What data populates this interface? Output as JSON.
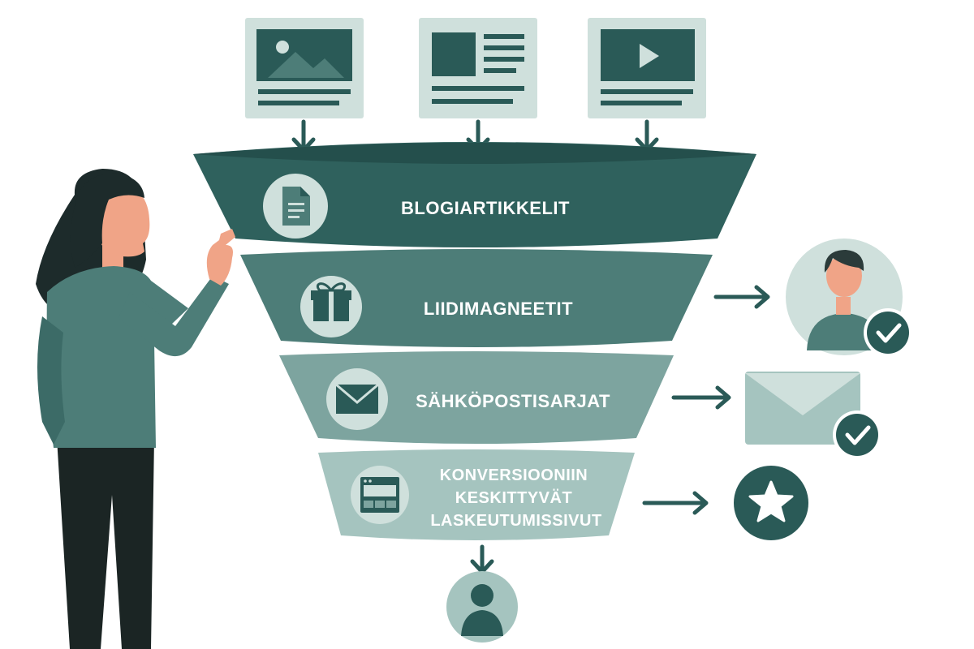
{
  "colors": {
    "dark": "#2a5a57",
    "tier1": "#2f615d",
    "tier2": "#4d7d78",
    "tier3": "#7da49f",
    "tier4": "#a5c4bf",
    "pale": "#cfe0dc",
    "skin": "#f0a487"
  },
  "funnel": {
    "tiers": [
      {
        "label": "BLOGIARTIKKELIT",
        "icon": "document-icon"
      },
      {
        "label": "LIIDIMAGNEETIT",
        "icon": "gift-icon"
      },
      {
        "label": "SÄHKÖPOSTISARJAT",
        "icon": "envelope-icon"
      },
      {
        "label_lines": [
          "KONVERSIOONIIN",
          "KESKITTYVÄT",
          "LASKEUTUMISSIVUT"
        ],
        "icon": "landing-page-icon"
      }
    ]
  },
  "content_types": [
    {
      "icon": "image-post-icon"
    },
    {
      "icon": "article-post-icon"
    },
    {
      "icon": "video-post-icon"
    }
  ],
  "outcomes": [
    {
      "icon": "user-approved-icon"
    },
    {
      "icon": "email-approved-icon"
    },
    {
      "icon": "star-icon"
    },
    {
      "icon": "user-icon"
    }
  ]
}
